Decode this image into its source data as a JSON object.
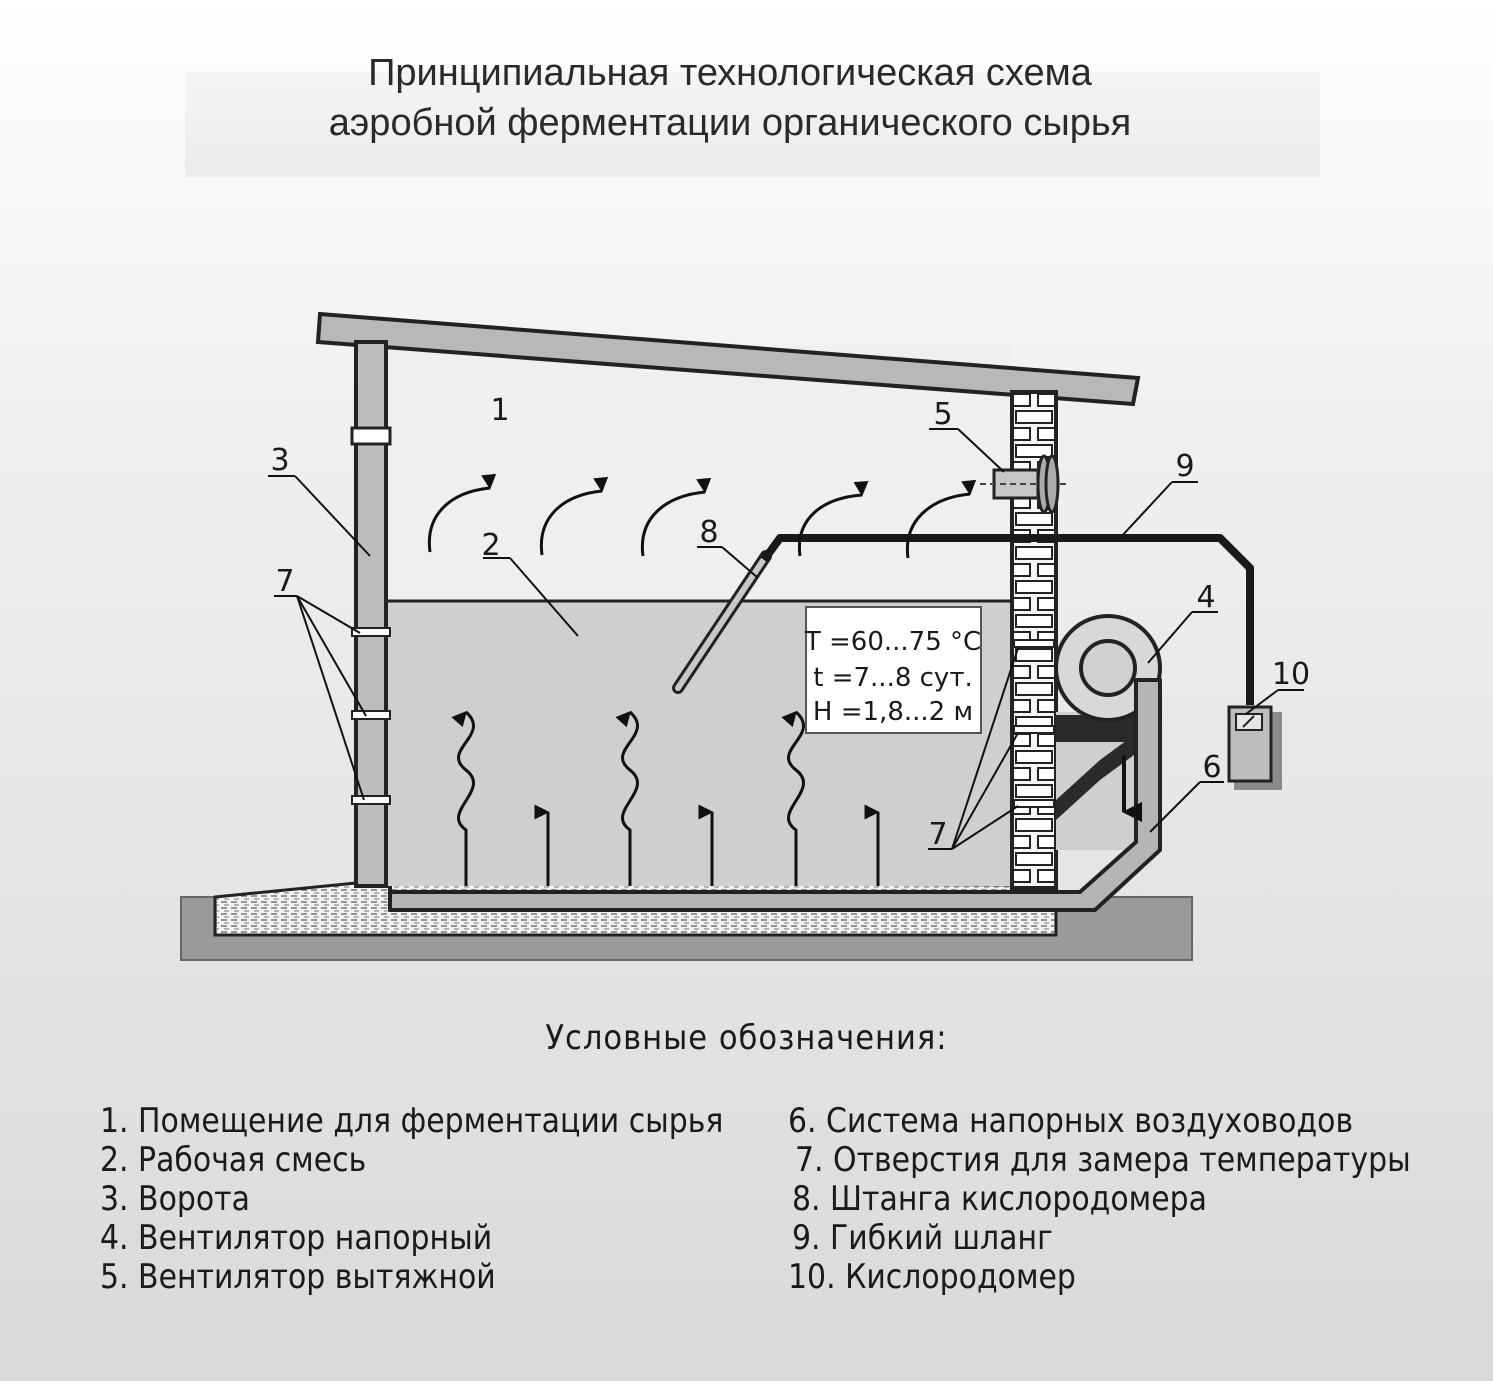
{
  "title": {
    "line1": "Принципиальная технологическая схема",
    "line2": "аэробной ферментации  органического сырья"
  },
  "diagram": {
    "labels": {
      "n1": "1",
      "n2": "2",
      "n3": "3",
      "n4": "4",
      "n5": "5",
      "n6": "6",
      "n7a": "7",
      "n7b": "7",
      "n8": "8",
      "n9": "9",
      "n10": "10"
    },
    "params": {
      "line1": "T =60...75 °C",
      "line2": "t =7...8  сут.",
      "line3": "H =1,8...2  м"
    }
  },
  "legend": {
    "title": "Условные обозначения:",
    "left": [
      "1. Помещение для ферментации сырья",
      "2. Рабочая смесь",
      "3. Ворота",
      "4. Вентилятор напорный",
      "5. Вентилятор вытяжной"
    ],
    "right": [
      "6. Система напорных воздуховодов",
      "7. Отверстия для замера температуры",
      "8. Штанга кислородомера",
      "9. Гибкий шланг",
      "10. Кислородомер"
    ]
  }
}
